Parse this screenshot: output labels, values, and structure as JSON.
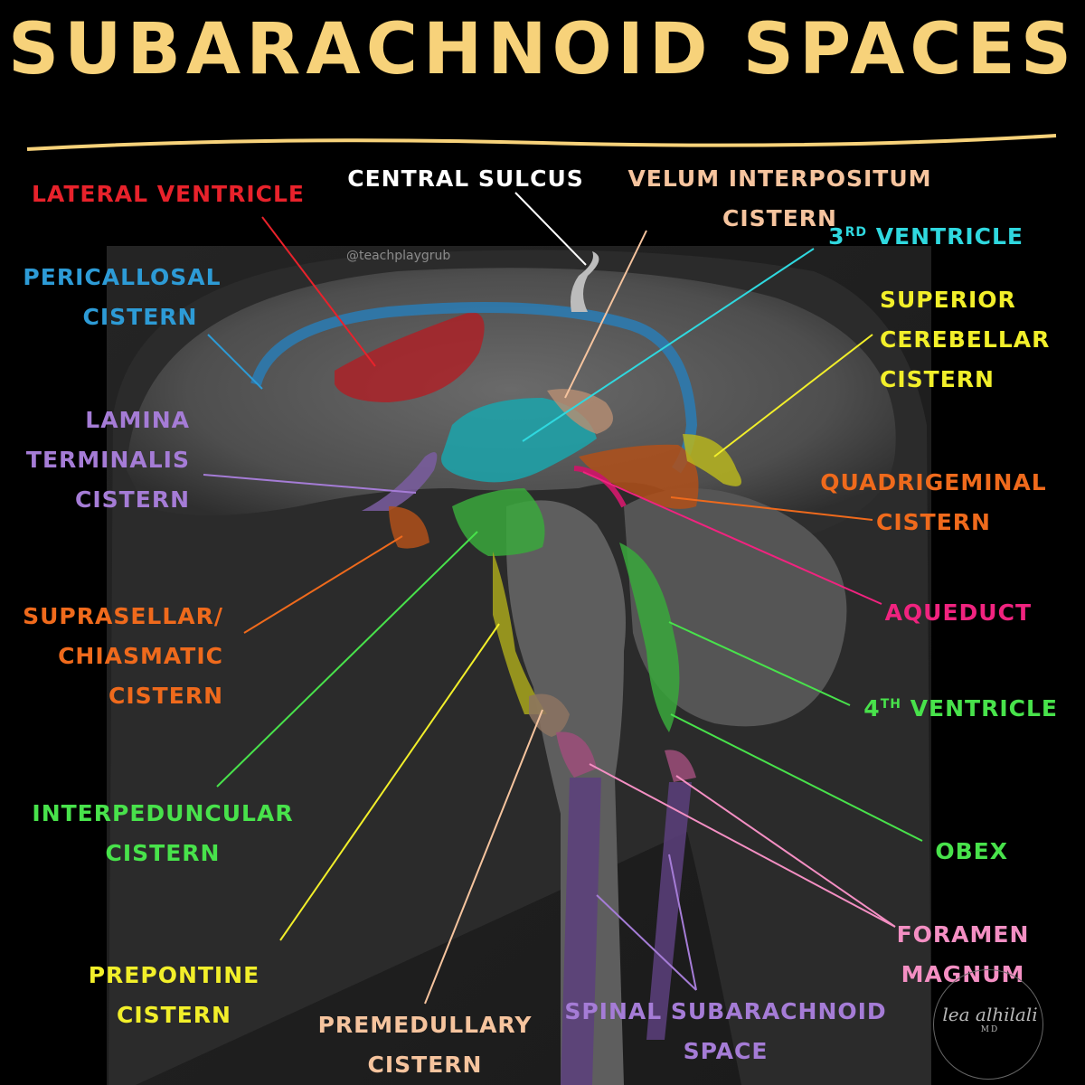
{
  "title": "SUBARACHNOID SPACES",
  "watermark": "@teachplaygrub",
  "signature": {
    "name": "lea alhilali",
    "suffix": "MD"
  },
  "colors": {
    "title": "#f7d27a",
    "lateral_ventricle": "#e8222b",
    "pericallosal": "#2d9bd6",
    "central_sulcus": "#ffffff",
    "velum": "#f6c49e",
    "third_ventricle": "#2fd8df",
    "superior_cerebellar": "#f2ef2a",
    "lamina_terminalis": "#a57cd6",
    "quadrigeminal": "#ef6a1c",
    "aqueduct": "#f0237f",
    "suprasellar": "#ef6a1c",
    "fourth_ventricle": "#48e24b",
    "interpeduncular": "#48e24b",
    "obex": "#48e24b",
    "foramen": "#f48fc3",
    "prepontine": "#f2ef2a",
    "premedullary": "#f6c49e",
    "spinal": "#a57cd6"
  },
  "labels": {
    "lateral_ventricle": [
      "LATERAL VENTRICLE"
    ],
    "central_sulcus": [
      "CENTRAL SULCUS"
    ],
    "velum": [
      "VELUM INTERPOSITUM",
      "CISTERN"
    ],
    "third_ventricle": {
      "pre": "3",
      "sup": "RD",
      "post": " VENTRICLE"
    },
    "pericallosal": [
      "PERICALLOSAL",
      "CISTERN"
    ],
    "superior_cerebellar": [
      "SUPERIOR",
      "CEREBELLAR",
      "CISTERN"
    ],
    "lamina_terminalis": [
      "LAMINA",
      "TERMINALIS",
      "CISTERN"
    ],
    "quadrigeminal": [
      "QUADRIGEMINAL",
      "CISTERN"
    ],
    "aqueduct": [
      "AQUEDUCT"
    ],
    "suprasellar": [
      "SUPRASELLAR/",
      "CHIASMATIC",
      "CISTERN"
    ],
    "fourth_ventricle": {
      "pre": "4",
      "sup": "TH",
      "post": " VENTRICLE"
    },
    "interpeduncular": [
      "INTERPEDUNCULAR",
      "CISTERN"
    ],
    "obex": [
      "OBEX"
    ],
    "foramen": [
      "FORAMEN",
      "MAGNUM"
    ],
    "prepontine": [
      "PREPONTINE",
      "CISTERN"
    ],
    "premedullary": [
      "PREMEDULLARY",
      "CISTERN"
    ],
    "spinal": [
      "SPINAL SUBARACHNOID",
      "SPACE"
    ]
  }
}
